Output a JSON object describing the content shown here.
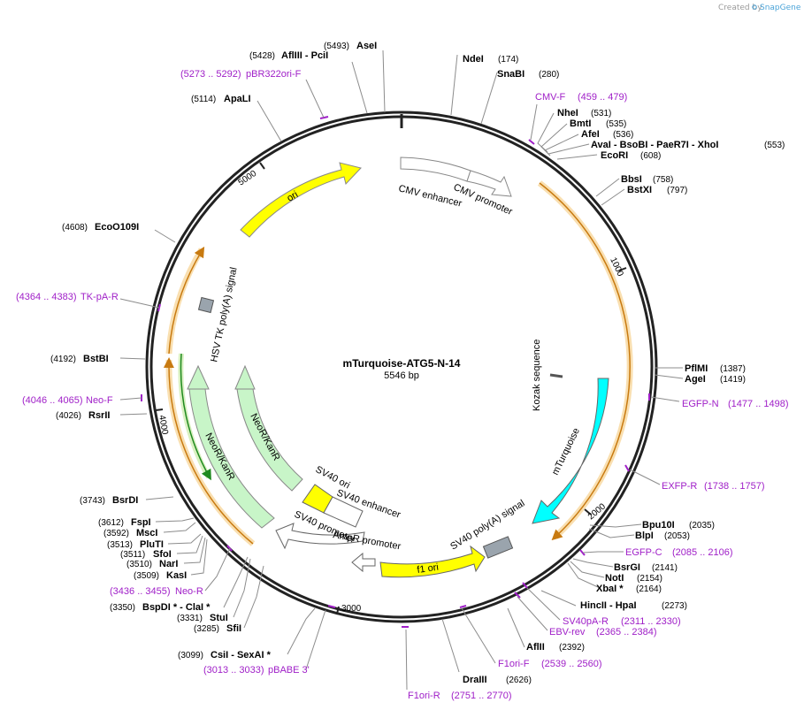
{
  "credit": {
    "created_by": "Created by",
    "brand": "SnapGene"
  },
  "plasmid": {
    "name": "mTurquoise-ATG5-N-14",
    "length": "5546 bp"
  },
  "ruler": {
    "t1000": "1000",
    "t2000": "2000",
    "t3000": "3000",
    "t4000": "4000",
    "t5000": "5000"
  },
  "enzymes": {
    "asei": {
      "name": "AseI",
      "pos": "(5493)"
    },
    "pcii": {
      "name": "AflIII  - PciI",
      "pos": "(5428)"
    },
    "apali": {
      "name": "ApaLI",
      "pos": "(5114)"
    },
    "ecoo109i": {
      "name": "EcoO109I",
      "pos": "(4608)"
    },
    "bstbi": {
      "name": "BstBI",
      "pos": "(4192)"
    },
    "rsrii": {
      "name": "RsrII",
      "pos": "(4026)"
    },
    "bsrdi": {
      "name": "BsrDI",
      "pos": "(3743)"
    },
    "fspi": {
      "name": "FspI",
      "pos": "(3612)"
    },
    "msci": {
      "name": "MscI",
      "pos": "(3592)"
    },
    "pluti": {
      "name": "PluTI",
      "pos": "(3513)"
    },
    "sfoi": {
      "name": "SfoI",
      "pos": "(3511)"
    },
    "nari": {
      "name": "NarI",
      "pos": "(3510)"
    },
    "kasi": {
      "name": "KasI",
      "pos": "(3509)"
    },
    "bspdi": {
      "name": "BspDI *  - ClaI *",
      "pos": "(3350)"
    },
    "stui": {
      "name": "StuI",
      "pos": "(3331)"
    },
    "sfii": {
      "name": "SfiI",
      "pos": "(3285)"
    },
    "sexai": {
      "name": "CsiI  - SexAI *",
      "pos": "(3099)"
    },
    "ndei": {
      "name": "NdeI",
      "pos": "(174)"
    },
    "snabi": {
      "name": "SnaBI",
      "pos": "(280)"
    },
    "nhei": {
      "name": "NheI",
      "pos": "(531)"
    },
    "bmti": {
      "name": "BmtI",
      "pos": "(535)"
    },
    "afei": {
      "name": "AfeI",
      "pos": "(536)"
    },
    "xhoi": {
      "name": "AvaI  - BsoBI  - PaeR7I  - XhoI",
      "pos": "(553)"
    },
    "ecori": {
      "name": "EcoRI",
      "pos": "(608)"
    },
    "bbsi": {
      "name": "BbsI",
      "pos": "(758)"
    },
    "bstxi": {
      "name": "BstXI",
      "pos": "(797)"
    },
    "pflmi": {
      "name": "PflMI",
      "pos": "(1387)"
    },
    "agei": {
      "name": "AgeI",
      "pos": "(1419)"
    },
    "bpu10i": {
      "name": "Bpu10I",
      "pos": "(2035)"
    },
    "blpi": {
      "name": "BlpI",
      "pos": "(2053)"
    },
    "bsrgi": {
      "name": "BsrGI",
      "pos": "(2141)"
    },
    "noti": {
      "name": "NotI",
      "pos": "(2154)"
    },
    "xbai": {
      "name": "XbaI *",
      "pos": "(2164)"
    },
    "hpai": {
      "name": "HincII  - HpaI",
      "pos": "(2273)"
    },
    "aflii": {
      "name": "AflII",
      "pos": "(2392)"
    },
    "draiii": {
      "name": "DraIII",
      "pos": "(2626)"
    }
  },
  "primers": {
    "pbr322": {
      "name": "pBR322ori-F",
      "range": "(5273 .. 5292)"
    },
    "cmvf": {
      "name": "CMV-F",
      "range": "(459 .. 479)"
    },
    "tkpa": {
      "name": "TK-pA-R",
      "range": "(4364 .. 4383)"
    },
    "neof": {
      "name": "Neo-F",
      "range": "(4046 .. 4065)"
    },
    "egfpn": {
      "name": "EGFP-N",
      "range": "(1477 .. 1498)"
    },
    "exfpr": {
      "name": "EXFP-R",
      "range": "(1738 .. 1757)"
    },
    "egfpc": {
      "name": "EGFP-C",
      "range": "(2085 .. 2106)"
    },
    "sv40par": {
      "name": "SV40pA-R",
      "range": "(2311 .. 2330)"
    },
    "ebvrev": {
      "name": "EBV-rev",
      "range": "(2365 .. 2384)"
    },
    "neor": {
      "name": "Neo-R",
      "range": "(3436 .. 3455)"
    },
    "pbabe": {
      "name": "pBABE 3'",
      "range": "(3013 .. 3033)"
    },
    "f1orif": {
      "name": "F1ori-F",
      "range": "(2539 .. 2560)"
    },
    "f1orir": {
      "name": "F1ori-R",
      "range": "(2751 .. 2770)"
    }
  },
  "features": {
    "cmv_enhancer": "CMV enhancer",
    "cmv_promoter": "CMV promoter",
    "ori": "ori",
    "hsv_tk": "HSV TK poly(A) signal",
    "kozak": "Kozak sequence",
    "mturquoise": "mTurquoise",
    "neokan1": "NeoR/KanR",
    "neokan2": "NeoR/KanR",
    "sv40_ori": "SV40 ori",
    "sv40_enh": "SV40 enhancer",
    "sv40_prom": "SV40 promoter",
    "ampr_prom": "AmpR promoter",
    "f1_ori": "f1 ori",
    "sv40_polya": "SV40 poly(A) signal"
  },
  "colors": {
    "ori": "#ffff00",
    "mturquoise": "#00ffff",
    "neokan": "#c8f5c8",
    "orf": "#f5c88c",
    "primer": "#a020c8",
    "terminator": "#9aa4ad"
  }
}
